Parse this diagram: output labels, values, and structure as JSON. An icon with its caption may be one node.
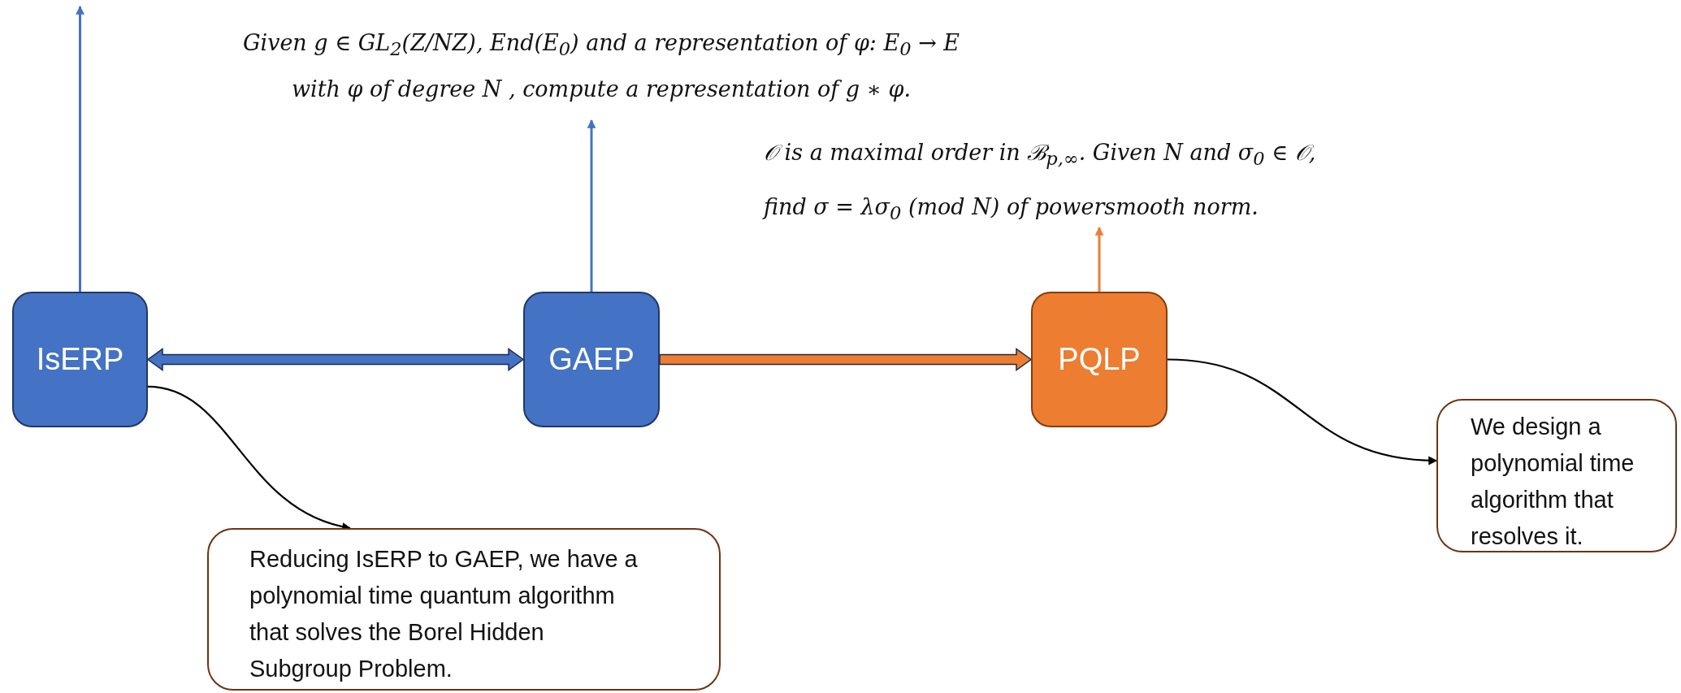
{
  "diagram": {
    "nodes": [
      {
        "text": [
          "Given g ∈ GL$_{2}$(Z/NZ), End(E$_{0}$) and a representation of φ: E$_{0}$ → E with φ of degree N , compute a representation of g ∗ φ."
        ]
      },
      {
        "text": [
          "𝒪 is a maximal order in ℬ$_{p,∞}$. Given N and σ$_{0}$ ∈ 𝒪, find σ = λσ$_{0}$ (mod N) of powersmooth norm."
        ]
      },
      {
        "text": [
          "IsERP"
        ]
      },
      {
        "text": [
          "GAEP"
        ]
      },
      {
        "text": [
          "PQLP"
        ]
      },
      {
        "text": [
          "Reducing IsERP to GAEP, we have a polynomial time quantum algorithm that solves the Borel Hidden Subgroup Problem."
        ]
      },
      {
        "text": [
          "We design a polynomial time algorithm that resolves it."
        ]
      }
    ],
    "edges": [
      {
        "from": 2,
        "to": null,
        "arrow": "to",
        "color": "#4472c4"
      },
      {
        "from": 3,
        "to": 0,
        "arrow": "to",
        "color": "#4472c4"
      },
      {
        "from": 4,
        "to": 1,
        "arrow": "to",
        "color": "#ed7d31"
      },
      {
        "from": 2,
        "to": 3,
        "arrow": "both",
        "style": "thick",
        "color": "#4472c4"
      },
      {
        "from": 3,
        "to": 4,
        "arrow": "to",
        "style": "thick",
        "color": "#ed7d31"
      },
      {
        "from": 2,
        "to": 5,
        "arrow": "to",
        "color": "#000000"
      },
      {
        "from": 4,
        "to": 6,
        "arrow": "to",
        "color": "#000000"
      }
    ]
  }
}
